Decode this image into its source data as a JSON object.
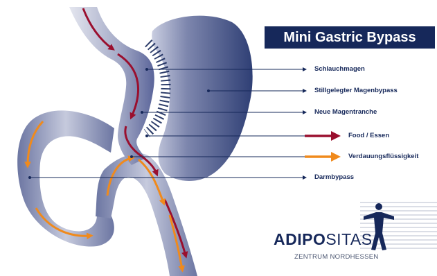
{
  "title": "Mini Gastric Bypass",
  "labels": {
    "schlauchmagen": "Schlauchmagen",
    "stillgelegter": "Stillgelegter Magenbypass",
    "neue_magentranche": "Neue Magentranche",
    "food": "Food / Essen",
    "verdauung": "Verdauungsflüssigkeit",
    "darmbypass": "Darmbypass"
  },
  "logo": {
    "name_bold": "ADIPO",
    "name_light": "SITAS",
    "subtitle": "ZENTRUM NORDHESSEN"
  },
  "colors": {
    "navy": "#16285a",
    "food_arrow": "#9a0f2e",
    "digestive_arrow": "#f08a1c"
  }
}
